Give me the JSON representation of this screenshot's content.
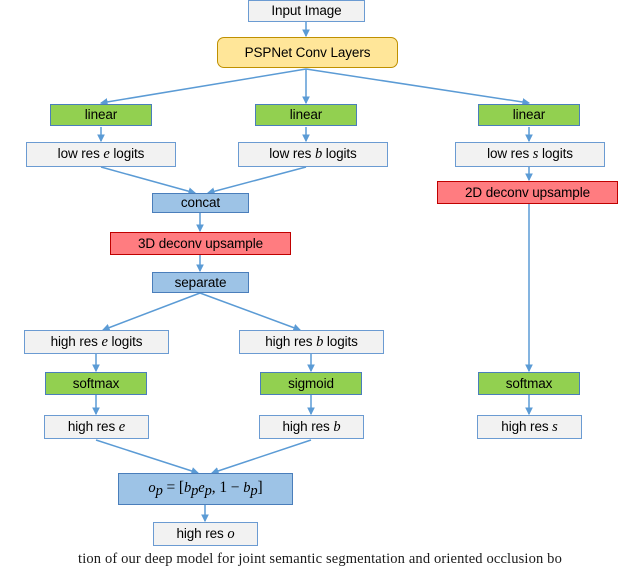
{
  "figure": {
    "title": "Network architecture diagram",
    "caption_fragment": "tion of our deep model for joint semantic segmentation and oriented occlusion bo",
    "colors": {
      "plain_fill": "#f2f2f2",
      "yellow_fill": "#ffe699",
      "green_fill": "#92d050",
      "blue_fill": "#9dc3e6",
      "red_fill": "#ff7c80",
      "edge_stroke": "#5b9bd5",
      "border_blue": "#4a7ebb"
    }
  },
  "nodes": {
    "input_image": "Input Image",
    "pspnet": "PSPNet Conv Layers",
    "linear_left": "linear",
    "linear_mid": "linear",
    "linear_right": "linear",
    "low_res_e_logits_pre": "low res ",
    "low_res_e_logits_var": "e",
    "low_res_e_logits_post": " logits",
    "low_res_b_logits_pre": "low res ",
    "low_res_b_logits_var": "b",
    "low_res_b_logits_post": " logits",
    "low_res_s_logits_pre": "low res ",
    "low_res_s_logits_var": "s",
    "low_res_s_logits_post": " logits",
    "concat": "concat",
    "deconv_3d": "3D deconv upsample",
    "deconv_2d": "2D deconv upsample",
    "separate": "separate",
    "high_res_e_logits_pre": "high res ",
    "high_res_e_logits_var": "e",
    "high_res_e_logits_post": " logits",
    "high_res_b_logits_pre": "high res ",
    "high_res_b_logits_var": "b",
    "high_res_b_logits_post": " logits",
    "softmax_left": "softmax",
    "sigmoid_mid": "sigmoid",
    "softmax_right": "softmax",
    "high_res_e_pre": "high res ",
    "high_res_e_var": "e",
    "high_res_b_pre": "high res ",
    "high_res_b_var": "b",
    "high_res_s_pre": "high res ",
    "high_res_s_var": "s",
    "high_res_o_pre": "high res ",
    "high_res_o_var": "o",
    "formula": {
      "lhs_var": "o",
      "lhs_sub": "p",
      "eq": " = [",
      "t1_var": "b",
      "t1_sub": "p",
      "t2_var": "e",
      "t2_sub": "p",
      "comma": ", ",
      "one": "1",
      "minus": " − ",
      "t3_var": "b",
      "t3_sub": "p",
      "close": "]"
    }
  }
}
